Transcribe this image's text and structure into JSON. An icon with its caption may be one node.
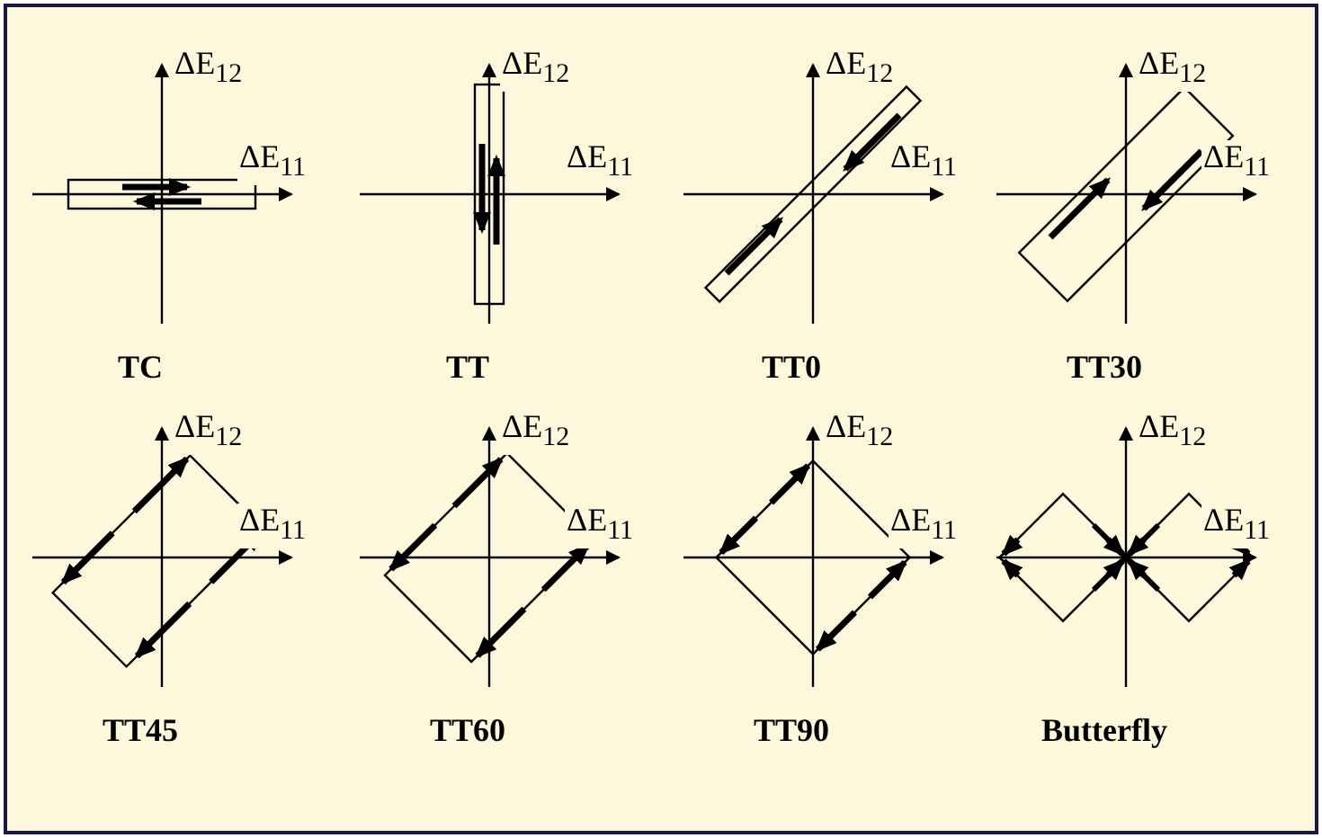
{
  "diagram": {
    "labels": [
      "ΔE$_{12}$",
      "ΔE$_{11}$",
      "ΔE$_{12}$",
      "ΔE$_{11}$",
      "ΔE$_{12}$",
      "ΔE$_{11}$",
      "ΔE$_{12}$",
      "ΔE$_{11}$",
      "TC",
      "TT",
      "TT0",
      "TT30",
      "ΔE$_{12}$",
      "ΔE$_{11}$",
      "ΔE$_{12}$",
      "ΔE$_{11}$",
      "ΔE$_{12}$",
      "ΔE$_{11}$",
      "ΔE$_{12}$",
      "ΔE$_{11}$",
      "TT45",
      "TT60",
      "TT90",
      "Butterfly"
    ]
  }
}
